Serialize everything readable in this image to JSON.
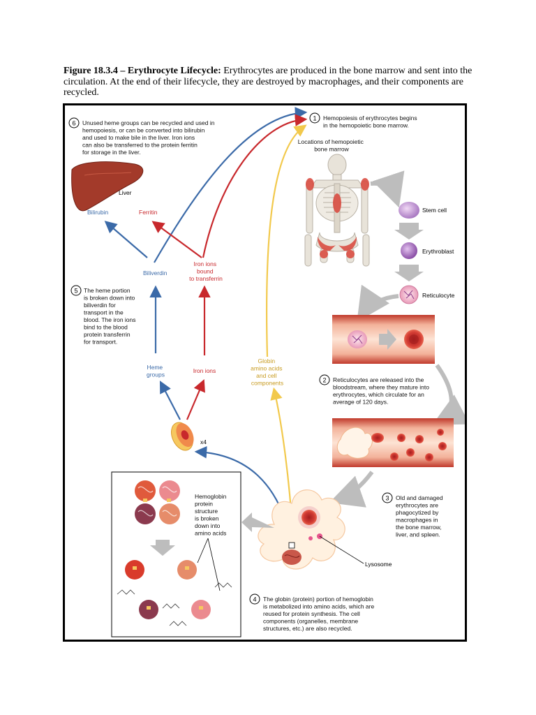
{
  "caption": {
    "title": "Figure 18.3.4 – Erythrocyte Lifecycle:",
    "text": " Erythrocytes are produced in the bone marrow and sent into the circulation. At the end of their lifecycle, they are destroyed by macrophages, and their components are recycled."
  },
  "diagram": {
    "steps": [
      {
        "num": "1",
        "lines": [
          "Hemopoiesis of erythrocytes begins",
          "in the hemopoietic bone marrow."
        ]
      },
      {
        "num": "2",
        "lines": [
          "Reticulocytes are released into the",
          "bloodstream, where they mature into",
          "erythrocytes, which circulate for an",
          "average of 120 days."
        ]
      },
      {
        "num": "3",
        "lines": [
          "Old and damaged",
          "erythrocytes are",
          "phagocytized by",
          "macrophages in",
          "the bone marrow,",
          "liver, and spleen."
        ]
      },
      {
        "num": "4",
        "lines": [
          "The globin (protein) portion of hemoglobin",
          "is metabolized into amino acids, which are",
          "reused for protein synthesis. The cell",
          "components (organelles, membrane",
          "structures, etc.) are also recycled."
        ]
      },
      {
        "num": "5",
        "lines": [
          "The heme portion",
          "is broken down into",
          "biliverdin for",
          "transport in the",
          "blood. The iron ions",
          "bind to the blood",
          "protein transferrin",
          "for transport."
        ]
      },
      {
        "num": "6",
        "lines": [
          "Unused heme groups can be recycled and used in",
          "hemopoiesis, or can be converted into bilirubin",
          "and used to make bile in the liver. Iron ions",
          "can also be transferred to the protein ferritin",
          "for storage in the liver."
        ]
      }
    ],
    "labels": {
      "marrow_locations": [
        "Locations of hemopoietic",
        "bone marrow"
      ],
      "stem_cell": "Stem cell",
      "erythroblast": "Erythroblast",
      "reticulocyte": "Reticulocyte",
      "liver": "Liver",
      "bilirubin": "Bilirubin",
      "ferritin": "Ferritin",
      "biliverdin": "Biliverdin",
      "iron_transferrin": [
        "Iron ions",
        "bound",
        "to transferrin"
      ],
      "heme_groups": [
        "Heme",
        "groups"
      ],
      "iron_ions": "Iron ions",
      "globin": [
        "Globin",
        "amino acids",
        "and cell",
        "components"
      ],
      "x4": "x4",
      "hemoglobin": [
        "Hemoglobin",
        "protein",
        "structure",
        "is broken",
        "down into",
        "amino acids"
      ],
      "lysosome": "Lysosome"
    },
    "colors": {
      "heme_path": "#3b6aa8",
      "iron_path": "#c8282c",
      "globin_path": "#f2c94c",
      "blood_vessel": "#c0392b",
      "marrow": "#d9453a"
    }
  }
}
